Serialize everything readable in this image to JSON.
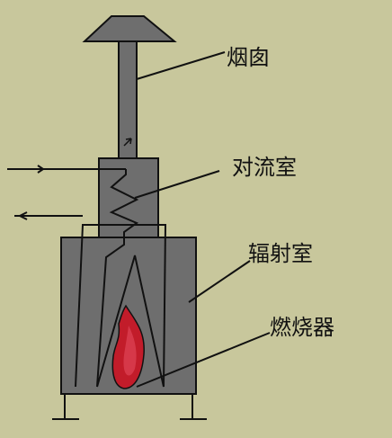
{
  "colors": {
    "background": "#c8c79c",
    "furnace_body": "#6e6e6e",
    "outline": "#111111",
    "flame": "#c21c2a",
    "flame_highlight": "#e0485a"
  },
  "labels": {
    "chimney": "烟囱",
    "convection": "对流室",
    "radiant": "辐射室",
    "burner": "燃烧器"
  }
}
